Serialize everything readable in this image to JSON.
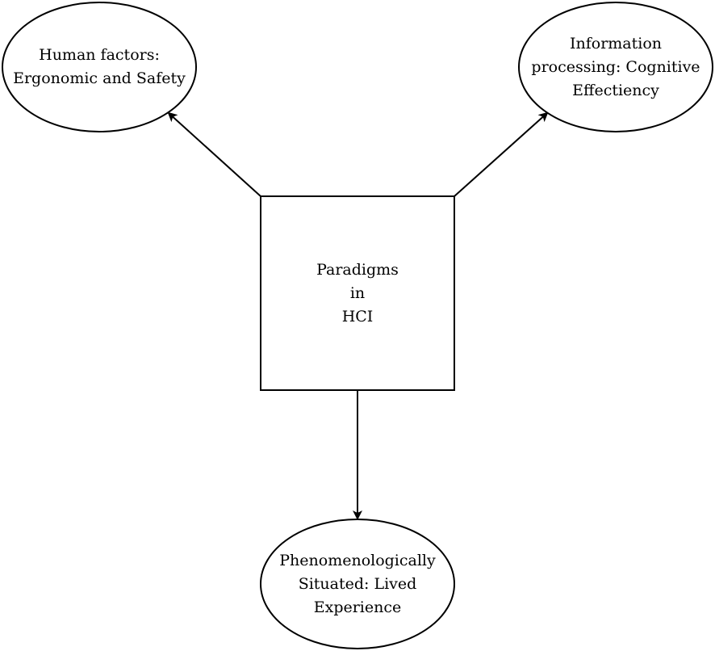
{
  "diagram": {
    "center": {
      "lines": [
        "Paradigms",
        "in",
        "HCI"
      ]
    },
    "nodes": {
      "human_factors": {
        "lines": [
          "Human factors:",
          "Ergonomic and Safety"
        ]
      },
      "information_processing": {
        "lines": [
          "Information",
          "processing: Cognitive",
          "Effectiency"
        ]
      },
      "phenomenological": {
        "lines": [
          "Phenomenologically",
          "Situated: Lived",
          "Experience"
        ]
      }
    },
    "colors": {
      "stroke": "#000000",
      "fill": "#ffffff"
    }
  }
}
